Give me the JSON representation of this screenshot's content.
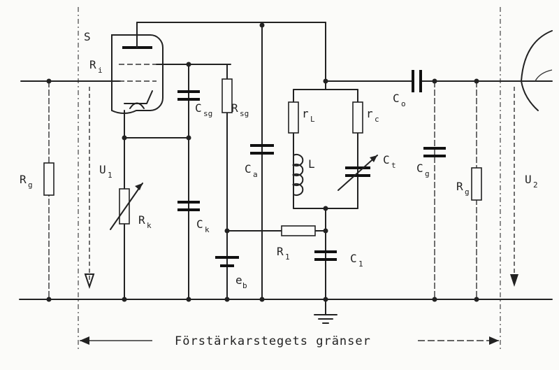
{
  "labels": {
    "S": "S",
    "Ri": "R",
    "Ri_sub": "i",
    "Rg_in": "R",
    "Rg_in_sub": "g",
    "U1": "U",
    "U1_sub": "1",
    "Csg": "C",
    "Csg_sub": "sg",
    "Rsg": "R",
    "Rsg_sub": "sg",
    "Ca": "C",
    "Ca_sub": "a",
    "rL": "r",
    "rL_sub": "L",
    "L": "L",
    "rc": "r",
    "rc_sub": "c",
    "Ct": "C",
    "Ct_sub": "t",
    "Co": "C",
    "Co_sub": "o",
    "Cg": "C",
    "Cg_sub": "g",
    "Rg_out": "R",
    "Rg_out_sub": "g",
    "U2": "U",
    "U2_sub": "2",
    "Rk": "R",
    "Rk_sub": "k",
    "Ck": "C",
    "Ck_sub": "k",
    "R1": "R",
    "R1_sub": "1",
    "C1": "C",
    "C1_sub": "1",
    "eb": "e",
    "eb_sub": "b"
  },
  "caption": "Förstärkarstegets gränser"
}
